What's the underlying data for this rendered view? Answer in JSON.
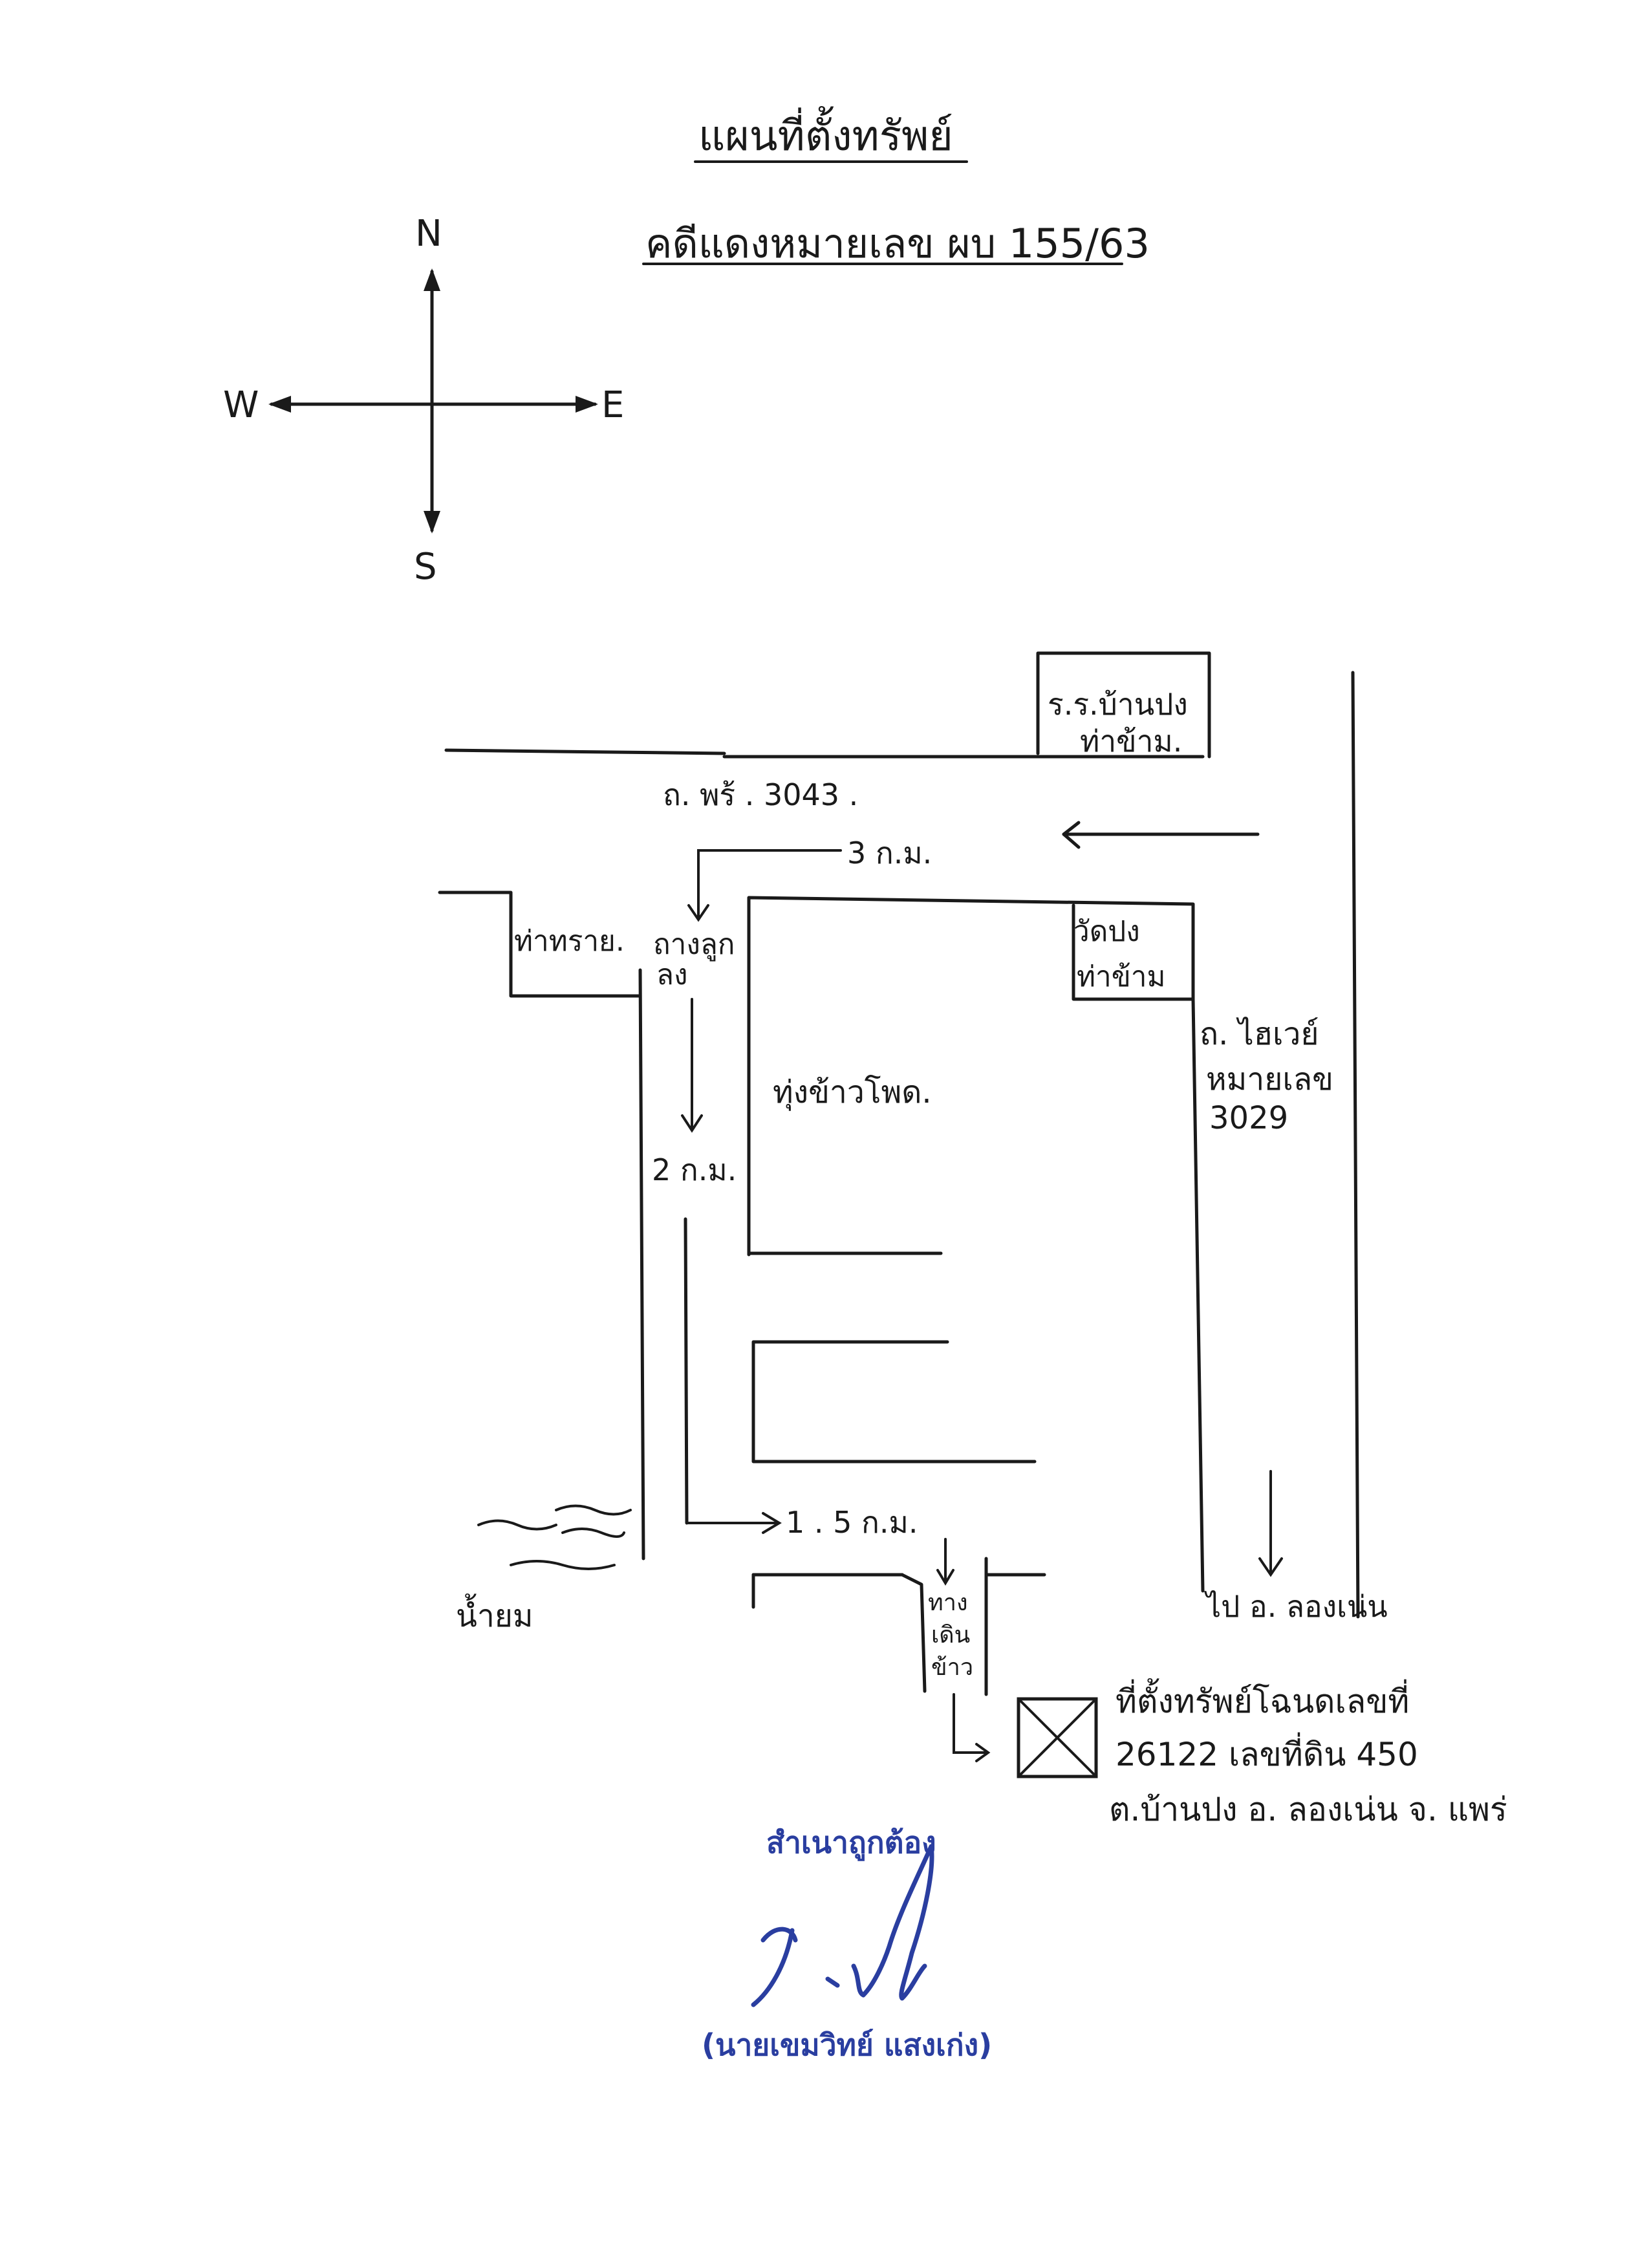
{
  "header": {
    "title": "แผนที่ตั้งทรัพย์",
    "case_number": "คดีแดงหมายเลข ผบ 155/63"
  },
  "compass": {
    "north": "N",
    "south": "S",
    "east": "E",
    "west": "W"
  },
  "map": {
    "school": [
      "ร.ร.บ้านปง",
      "ท่าข้าม."
    ],
    "road_3043": "ถ. พร้ . 3043 .",
    "distance_3km": "3 ก.ม.",
    "sand_pit": "ท่าทราย.",
    "unpaved_road": [
      "ถางลูก",
      "ลง"
    ],
    "temple": [
      "วัดปง",
      "ท่าข้าม"
    ],
    "highway": [
      "ถ. ไฮเวย์",
      "หมายเลข",
      "3029"
    ],
    "rice_field": "ทุ่งข้าวโพด.",
    "distance_2km": "2 ก.ม.",
    "distance_1_5km": "1 . 5 ก.ม.",
    "path_to_field": [
      "ทาง",
      "เดิน",
      "ข้าว"
    ],
    "river": "น้ำยม",
    "to_district": "ไป อ. ลองเน่น",
    "property_note": [
      "ที่ตั้งทรัพย์โฉนดเลขที่",
      "26122 เลขที่ดิน 450",
      "ต.บ้านปง อ. ลองเน่น จ. แพร่"
    ]
  },
  "certification": {
    "stamp_text": "สำเนาถูกต้อง",
    "signer_name": "(นายเขมวิทย์ แสงเก่ง)"
  }
}
